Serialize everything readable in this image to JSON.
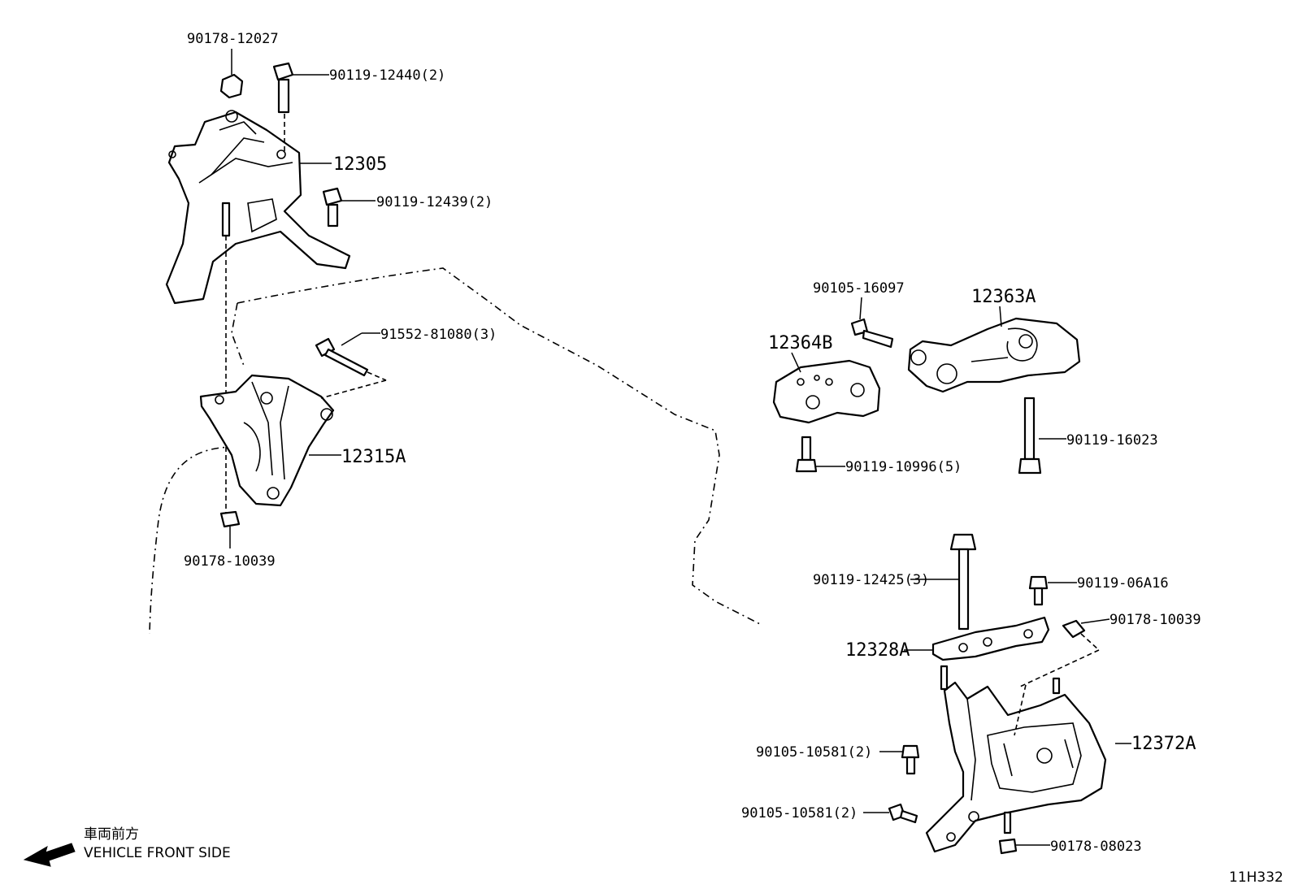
{
  "parts": {
    "p90178_12027": "90178-12027",
    "p90119_12440": "90119-12440(2)",
    "p12305": "12305",
    "p90119_12439": "90119-12439(2)",
    "p91552_81080": "91552-81080(3)",
    "p12315A": "12315A",
    "p90178_10039_left": "90178-10039",
    "p90105_16097": "90105-16097",
    "p12363A": "12363A",
    "p12364B": "12364B",
    "p90119_16023": "90119-16023",
    "p90119_10996": "90119-10996(5)",
    "p90119_12425": "90119-12425(3)",
    "p90119_06A16": "90119-06A16",
    "p90178_10039_right": "90178-10039",
    "p12328A": "12328A",
    "p12372A": "12372A",
    "p90105_10581_a": "90105-10581(2)",
    "p90105_10581_b": "90105-10581(2)",
    "p90178_08023": "90178-08023"
  },
  "direction": {
    "jp": "車両前方",
    "en": "VEHICLE FRONT SIDE",
    "icon": "arrow-left-icon"
  },
  "figure_code": "11H332"
}
